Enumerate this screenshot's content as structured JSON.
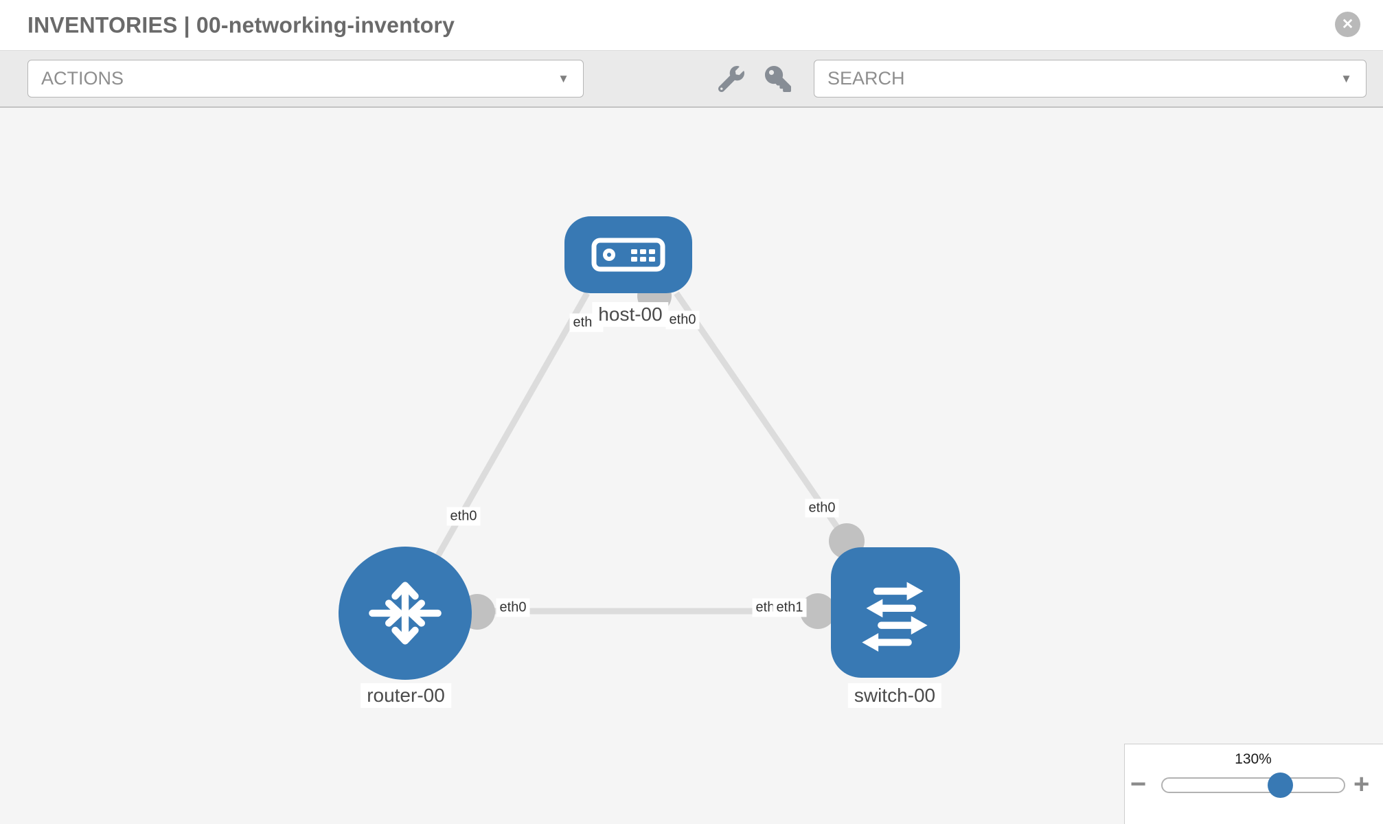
{
  "header": {
    "title": "INVENTORIES | 00-networking-inventory",
    "close_glyph": "✕"
  },
  "toolbar": {
    "actions_label": "ACTIONS",
    "search_label": "SEARCH",
    "caret_glyph": "▼",
    "icons": [
      "wrench-icon",
      "key-icon"
    ]
  },
  "topology": {
    "nodes": [
      {
        "id": "host-00",
        "type": "host",
        "label": "host-00"
      },
      {
        "id": "router-00",
        "type": "router",
        "label": "router-00"
      },
      {
        "id": "switch-00",
        "type": "switch",
        "label": "switch-00"
      }
    ],
    "links": [
      {
        "from": "host-00",
        "to": "router-00",
        "from_interface": "eth0",
        "to_interface": "eth0"
      },
      {
        "from": "host-00",
        "to": "switch-00",
        "from_interface": "eth0",
        "to_interface": "eth0"
      },
      {
        "from": "router-00",
        "to": "switch-00",
        "from_interface": "eth0",
        "to_interface": "eth1"
      }
    ],
    "interface_labels": {
      "host_left": "eth0",
      "host_right": "eth0",
      "router_top": "eth0",
      "router_right": "eth0",
      "switch_top": "eth0",
      "link_mid_under": "eth0",
      "link_mid_over": "eth1"
    }
  },
  "zoom_control": {
    "level": "130%",
    "minus_glyph": "−",
    "plus_glyph": "+"
  },
  "colors": {
    "node_blue": "#3879b4",
    "edge_gray": "#dcdcdc",
    "port_gray": "#c1c1c1",
    "toolbar_bg": "#eaeaea",
    "canvas_bg": "#f5f5f5"
  }
}
